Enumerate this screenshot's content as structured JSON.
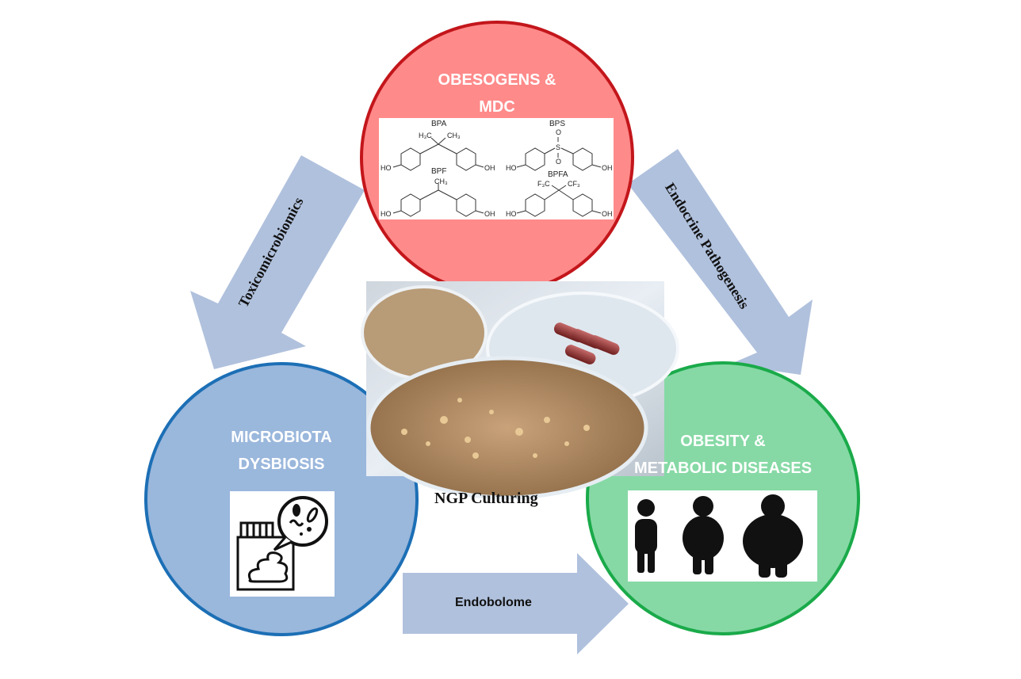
{
  "nodes": {
    "top": {
      "line1": "OBESOGENS &",
      "line2": "MDC",
      "fill": "#ff8a8a",
      "stroke": "#c3161b"
    },
    "left": {
      "line1": "MICROBIOTA",
      "line2": "DYSBIOSIS",
      "fill": "#9ab7dc",
      "stroke": "#1c6fb5"
    },
    "right": {
      "line1": "OBESITY &",
      "line2": "METABOLIC DISEASES",
      "fill": "#86d9a5",
      "stroke": "#1aaa4a"
    }
  },
  "molecules": {
    "bpa": "BPA",
    "bps": "BPS",
    "bpf": "BPF",
    "bpfa": "BPFA",
    "ho": "HO",
    "oh": "OH",
    "ch3": "CH₃",
    "h3c": "H₃C",
    "cf3": "CF₃",
    "f3c": "F₃C",
    "s": "S",
    "o": "O"
  },
  "arrows": {
    "left": "Toxicomicrobiomics",
    "right": "Endocrine Pathogenesis",
    "bottom": "Endobolome",
    "color": "#b0c1dd"
  },
  "center": {
    "caption": "NGP Culturing"
  }
}
